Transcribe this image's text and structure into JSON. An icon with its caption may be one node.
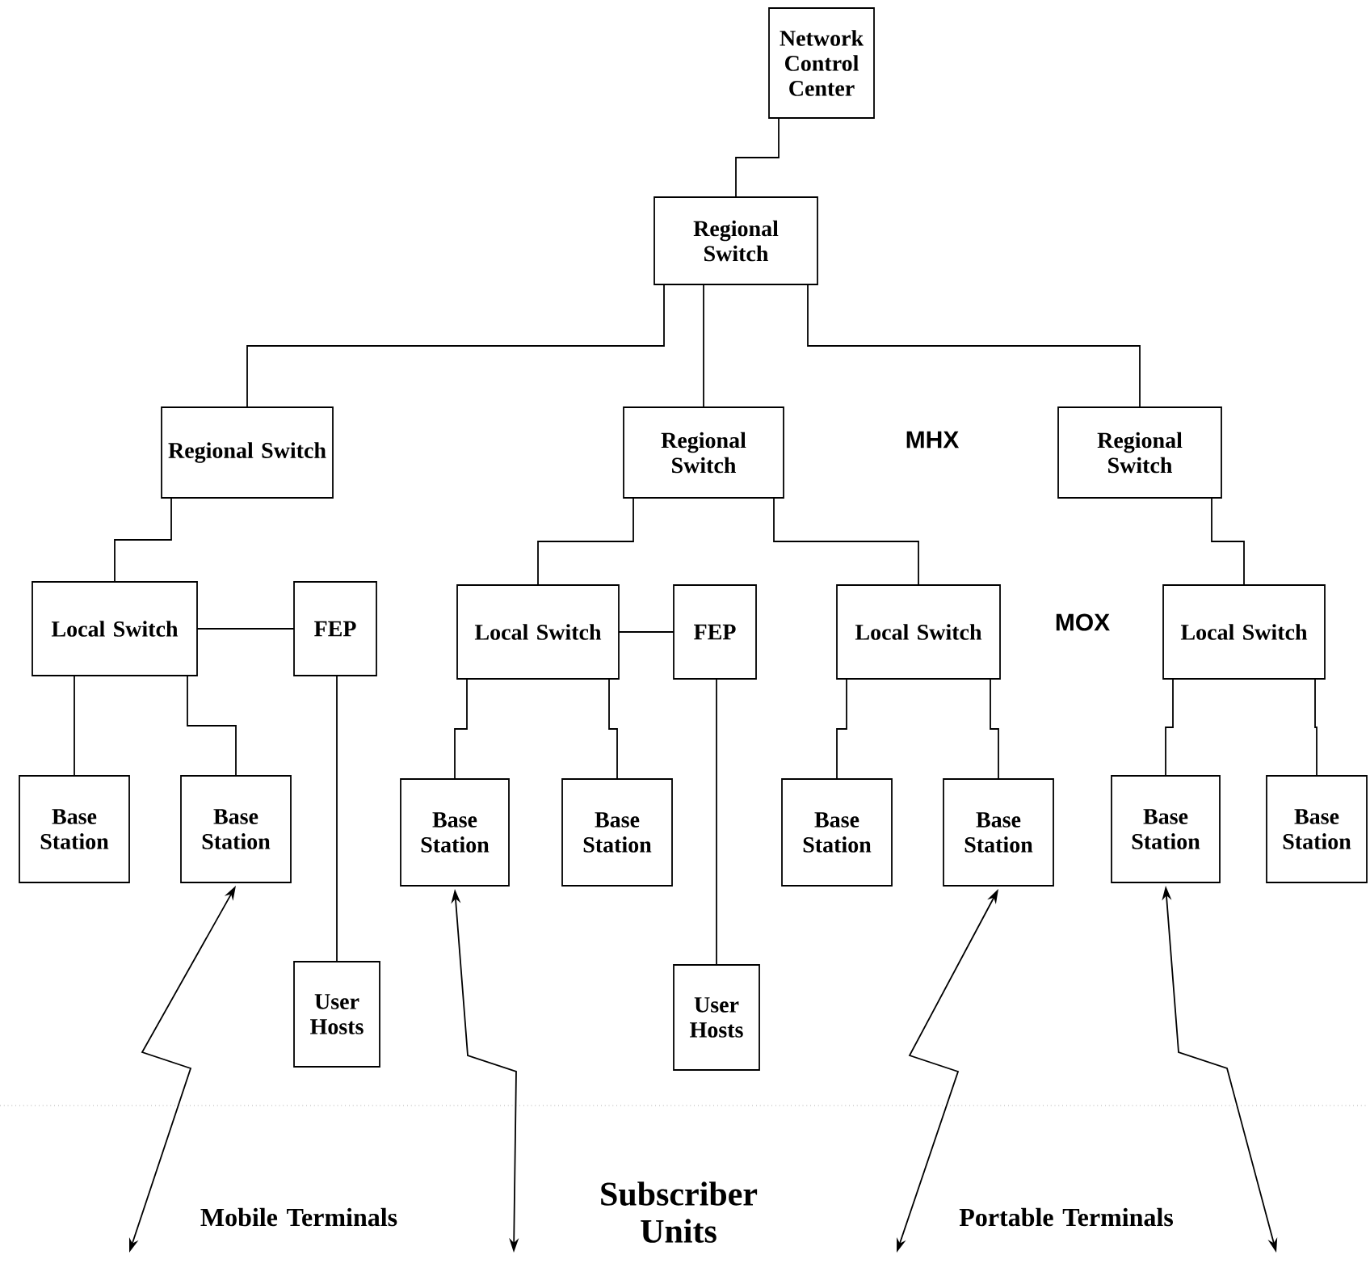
{
  "diagram": {
    "nodes": [
      {
        "text": [
          "Network Control Center"
        ]
      },
      {
        "text": [
          "Regional Switch"
        ]
      },
      {
        "text": [
          "Regional Switch"
        ]
      },
      {
        "text": [
          "Regional Switch"
        ]
      },
      {
        "text": [
          "Regional Switch"
        ]
      },
      {
        "text": [
          "Local Switch"
        ]
      },
      {
        "text": [
          "FEP"
        ]
      },
      {
        "text": [
          "Local Switch"
        ]
      },
      {
        "text": [
          "FEP"
        ]
      },
      {
        "text": [
          "Local Switch"
        ]
      },
      {
        "text": [
          "Local Switch"
        ]
      },
      {
        "text": [
          "Base Station"
        ]
      },
      {
        "text": [
          "Base Station"
        ]
      },
      {
        "text": [
          "Base Station"
        ]
      },
      {
        "text": [
          "Base Station"
        ]
      },
      {
        "text": [
          "Base Station"
        ]
      },
      {
        "text": [
          "Base Station"
        ]
      },
      {
        "text": [
          "Base Station"
        ]
      },
      {
        "text": [
          "Base Station"
        ]
      },
      {
        "text": [
          "User Hosts"
        ]
      },
      {
        "text": [
          "User Hosts"
        ]
      }
    ],
    "edges": [
      {
        "from": 0,
        "to": 1,
        "arrow": "none"
      },
      {
        "from": 1,
        "to": 2,
        "arrow": "none"
      },
      {
        "from": 1,
        "to": 3,
        "arrow": "none"
      },
      {
        "from": 1,
        "to": 4,
        "arrow": "none"
      },
      {
        "from": 2,
        "to": 5,
        "arrow": "none"
      },
      {
        "from": 3,
        "to": 7,
        "arrow": "none"
      },
      {
        "from": 3,
        "to": 9,
        "arrow": "none"
      },
      {
        "from": 4,
        "to": 10,
        "arrow": "none"
      },
      {
        "from": 5,
        "to": 6,
        "arrow": "none"
      },
      {
        "from": 7,
        "to": 8,
        "arrow": "none"
      },
      {
        "from": 5,
        "to": 11,
        "arrow": "none"
      },
      {
        "from": 5,
        "to": 12,
        "arrow": "none"
      },
      {
        "from": 6,
        "to": 19,
        "arrow": "none"
      },
      {
        "from": 7,
        "to": 13,
        "arrow": "none"
      },
      {
        "from": 7,
        "to": 14,
        "arrow": "none"
      },
      {
        "from": 8,
        "to": 20,
        "arrow": "none"
      },
      {
        "from": 9,
        "to": 15,
        "arrow": "none"
      },
      {
        "from": 9,
        "to": 16,
        "arrow": "none"
      },
      {
        "from": 10,
        "to": 17,
        "arrow": "none"
      },
      {
        "from": 10,
        "to": 18,
        "arrow": "none"
      },
      {
        "from": 12,
        "to": null,
        "arrow": "both"
      },
      {
        "from": 13,
        "to": null,
        "arrow": "both"
      },
      {
        "from": 16,
        "to": null,
        "arrow": "both"
      },
      {
        "from": 17,
        "to": null,
        "arrow": "both"
      }
    ],
    "labels": [
      "MHX",
      "MOX",
      "Mobile Terminals",
      "Subscriber Units",
      "Portable Terminals"
    ]
  }
}
